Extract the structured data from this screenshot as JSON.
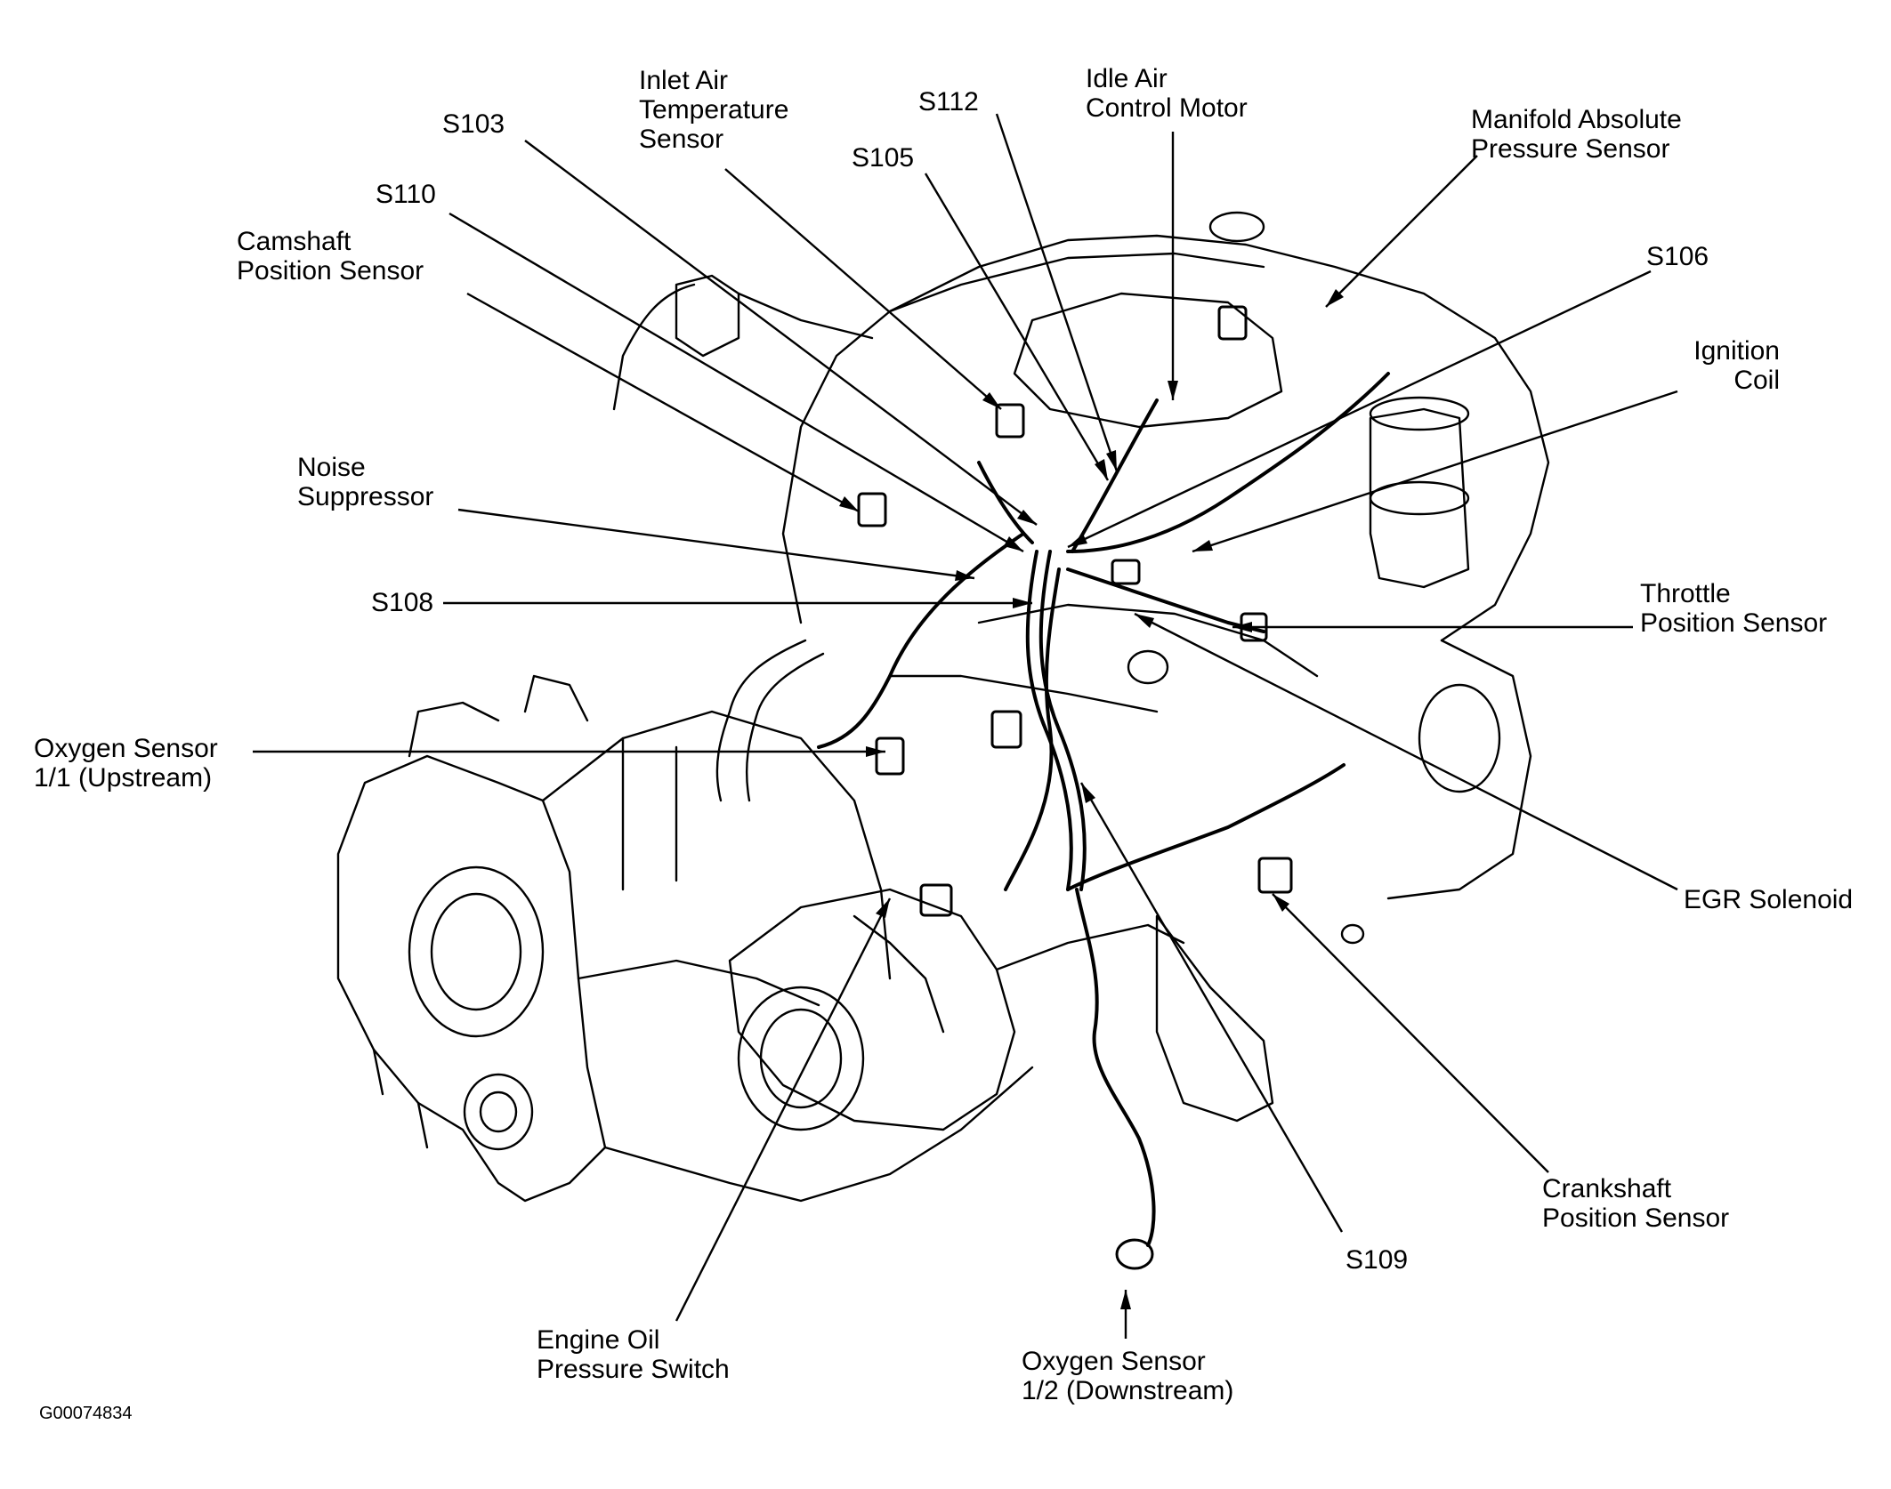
{
  "figure_id": "G00074834",
  "labels": {
    "s103": [
      "S103"
    ],
    "inlet_air": [
      "Inlet Air",
      "Temperature",
      "Sensor"
    ],
    "s112": [
      "S112"
    ],
    "idle_air": [
      "Idle Air",
      "Control Motor"
    ],
    "map": [
      "Manifold Absolute",
      "Pressure Sensor"
    ],
    "s105": [
      "S105"
    ],
    "s110": [
      "S110"
    ],
    "camshaft": [
      "Camshaft",
      "Position Sensor"
    ],
    "s106": [
      "S106"
    ],
    "ignition": [
      "Ignition",
      "Coil"
    ],
    "noise": [
      "Noise",
      "Suppressor"
    ],
    "s108": [
      "S108"
    ],
    "throttle": [
      "Throttle",
      "Position Sensor"
    ],
    "o2_up": [
      "Oxygen Sensor",
      "1/1 (Upstream)"
    ],
    "egr": [
      "EGR Solenoid"
    ],
    "crankshaft": [
      "Crankshaft",
      "Position Sensor"
    ],
    "s109": [
      "S109"
    ],
    "oil": [
      "Engine Oil",
      "Pressure Switch"
    ],
    "o2_down": [
      "Oxygen Sensor",
      "1/2 (Downstream)"
    ]
  }
}
